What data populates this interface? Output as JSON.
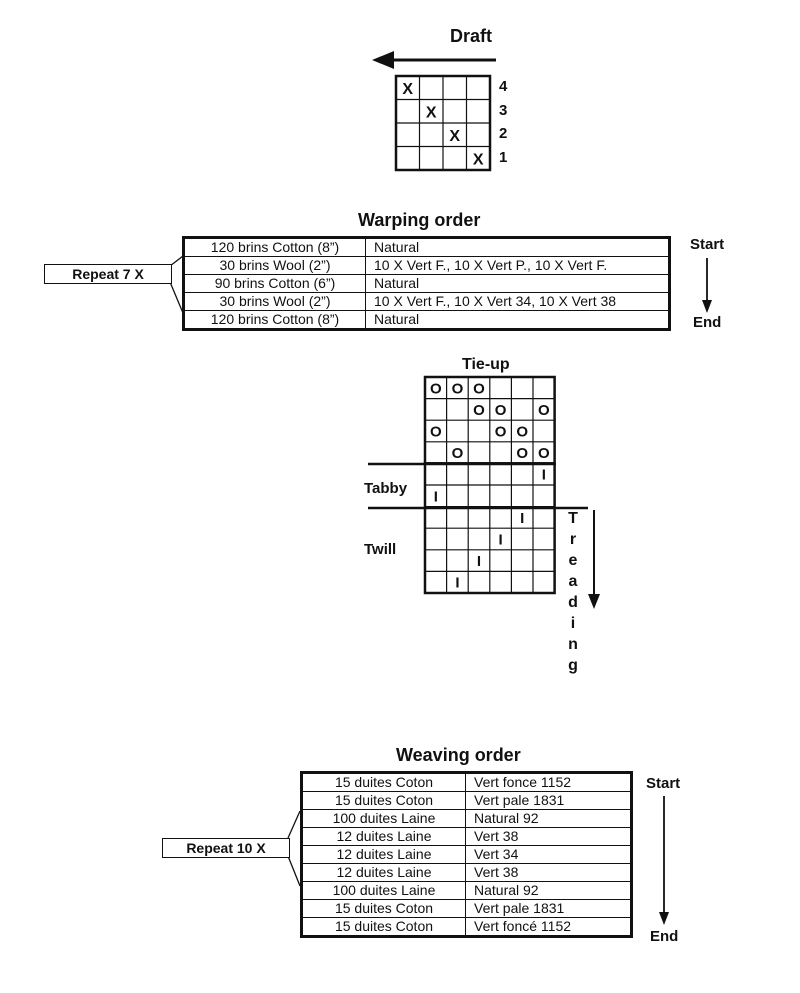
{
  "draft": {
    "title": "Draft",
    "cell_mark": "X",
    "shaft_labels": [
      "4",
      "3",
      "2",
      "1"
    ],
    "threading": [
      0,
      1,
      2,
      3
    ]
  },
  "warping": {
    "title": "Warping order",
    "repeat_label": "Repeat  7 X",
    "start_label": "Start",
    "end_label": "End",
    "rows": [
      [
        "120 brins Cotton (8”)",
        "Natural"
      ],
      [
        "30 brins Wool  (2”)",
        "10 X Vert F., 10 X Vert P., 10 X Vert F."
      ],
      [
        "90 brins Cotton (6”)",
        "Natural"
      ],
      [
        "30 brins Wool  (2”)",
        "10 X Vert F., 10 X Vert 34, 10 X Vert 38"
      ],
      [
        "120 brins Cotton (8”)",
        "Natural"
      ]
    ]
  },
  "tieup": {
    "title": "Tie-up",
    "tie_mark": "O",
    "treadle_mark": "I",
    "tabby_label": "Tabby",
    "twill_label": "Twill",
    "treading_label": "Treading",
    "matrix": [
      [
        1,
        1,
        1,
        0,
        0,
        0
      ],
      [
        0,
        0,
        1,
        1,
        0,
        1
      ],
      [
        1,
        0,
        0,
        1,
        1,
        0
      ],
      [
        0,
        1,
        0,
        0,
        1,
        1
      ]
    ],
    "treading_rows": [
      {
        "group": "tabby",
        "treadle": 6
      },
      {
        "group": "tabby",
        "treadle": 1
      },
      {
        "group": "twill",
        "treadle": 5
      },
      {
        "group": "twill",
        "treadle": 4
      },
      {
        "group": "twill",
        "treadle": 3
      },
      {
        "group": "twill",
        "treadle": 2
      }
    ]
  },
  "weaving": {
    "title": "Weaving order",
    "repeat_label": "Repeat 10 X",
    "start_label": "Start",
    "end_label": "End",
    "rows": [
      [
        "15 duites Coton",
        "Vert fonce 1152"
      ],
      [
        "15 duites Coton",
        "Vert pale 1831"
      ],
      [
        "100 duites Laine",
        "Natural 92"
      ],
      [
        "12 duites Laine",
        "Vert 38"
      ],
      [
        "12 duites Laine",
        "Vert 34"
      ],
      [
        "12 duites Laine",
        "Vert 38"
      ],
      [
        "100 duites Laine",
        "Natural 92"
      ],
      [
        "15 duites Coton",
        "Vert pale 1831"
      ],
      [
        "15 duites Coton",
        "Vert foncé 1152"
      ]
    ]
  }
}
